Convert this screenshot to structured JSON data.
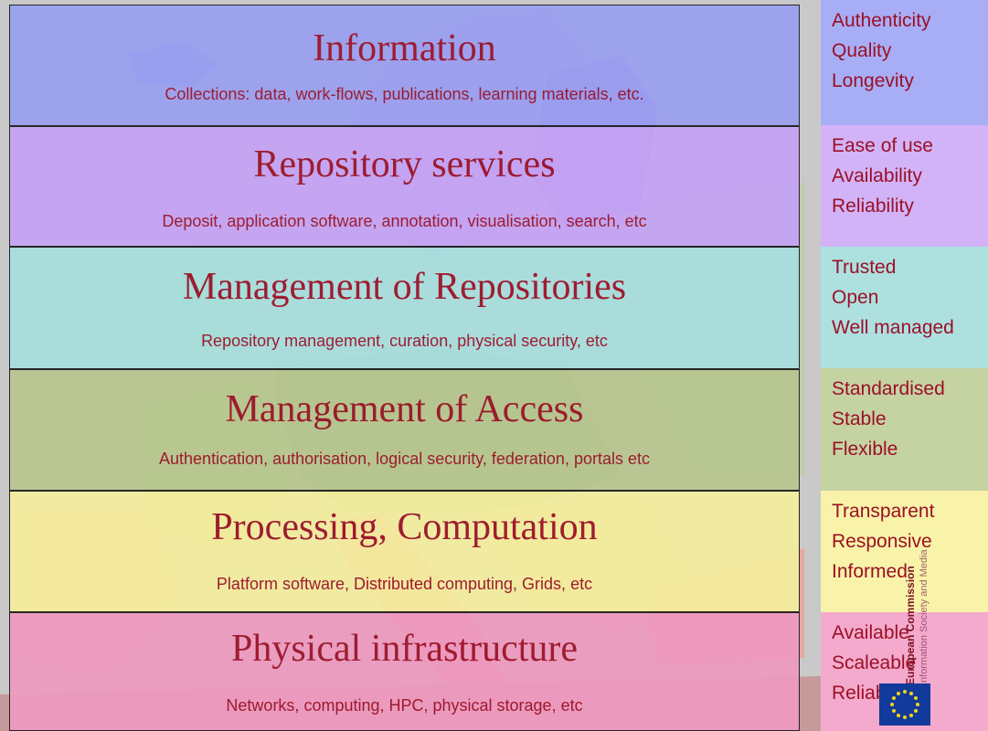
{
  "layers": [
    {
      "title": "Information",
      "subtitle": "Collections: data, work-flows, publications, learning materials, etc.",
      "color": "#9aa0f0"
    },
    {
      "title": "Repository services",
      "subtitle": "Deposit, application software, annotation, visualisation, search, etc",
      "color": "#c5a3f5"
    },
    {
      "title": "Management of Repositories",
      "subtitle": "Repository management, curation, physical security,  etc",
      "color": "#a8dede"
    },
    {
      "title": "Management of Access",
      "subtitle": "Authentication, authorisation, logical security, federation, portals etc",
      "color": "#b8c690"
    },
    {
      "title": "Processing, Computation",
      "subtitle": "Platform software, Distributed computing, Grids, etc",
      "color": "#f4ee9e"
    },
    {
      "title": "Physical infrastructure",
      "subtitle": "Networks, computing, HPC, physical storage,  etc",
      "color": "#ee9ac0"
    }
  ],
  "qualities": [
    {
      "items": [
        "Authenticity",
        "Quality",
        "Longevity"
      ],
      "color": "#a8aef6"
    },
    {
      "items": [
        "Ease of use",
        "Availability",
        "Reliability"
      ],
      "color": "#d2b3f8"
    },
    {
      "items": [
        "Trusted",
        "Open",
        "Well managed"
      ],
      "color": "#aee0e0"
    },
    {
      "items": [
        "Standardised",
        "Stable",
        "Flexible"
      ],
      "color": "#c5d2a2"
    },
    {
      "items": [
        "Transparent",
        "Responsive",
        "Informed"
      ],
      "color": "#f8f3a8"
    },
    {
      "items": [
        "Available",
        "Scaleable",
        "Reliable"
      ],
      "color": "#f4aacc"
    }
  ],
  "logo": {
    "org": "European Commission",
    "division": "Information Society and Media"
  },
  "colors": {
    "text": "#9b1026",
    "border": "#1a1a1a",
    "logo_blue": "#123a9a"
  }
}
